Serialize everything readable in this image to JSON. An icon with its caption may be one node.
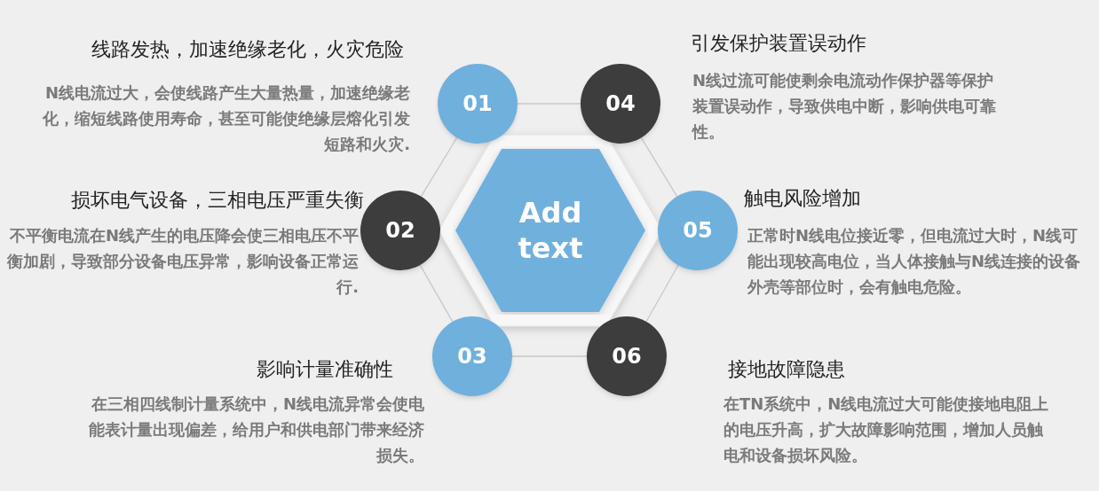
{
  "diagram": {
    "nodes": [
      {
        "text": [
          "Add text"
        ]
      },
      {
        "text": [
          "01"
        ],
        "beside": [
          "线路发热，加速绝缘老化，火灾危险",
          "N线电流过大，会使线路产生大量热量，加速绝缘老化，缩短线路使用寿命，甚至可能使绝缘层熔化引发短路和火灾."
        ]
      },
      {
        "text": [
          "04"
        ],
        "beside": [
          "引发保护装置误动作",
          "N线过流可能使剩余电流动作保护器等保护装置误动作，导致供电中断，影响供电可靠性。"
        ]
      },
      {
        "text": [
          "02"
        ],
        "beside": [
          "损坏电气设备，三相电压严重失衡",
          "不平衡电流在N线产生的电压降会使三相电压不平衡加剧，导致部分设备电压异常，影响设备正常运行."
        ]
      },
      {
        "text": [
          "05"
        ],
        "beside": [
          "触电风险增加",
          "正常时N线电位接近零，但电流过大时，N线可能出现较高电位，当人体接触与N线连接的设备外壳等部位时，会有触电危险。"
        ]
      },
      {
        "text": [
          "03"
        ],
        "beside": [
          "影响计量准确性",
          "在三相四线制计量系统中，N线电流异常会使电能表计量出现偏差，给用户和供电部门带来经济损失。"
        ]
      },
      {
        "text": [
          "06"
        ],
        "beside": [
          "接地故障隐患",
          "在TN系统中，N线电流过大可能使接地电阻上的电压升高，扩大故障影响范围，增加人员触电和设备损坏风险。"
        ]
      }
    ],
    "edges": [
      {
        "from": 1,
        "to": 2,
        "arrow": "none"
      },
      {
        "from": 2,
        "to": 4,
        "arrow": "none"
      },
      {
        "from": 4,
        "to": 6,
        "arrow": "none"
      },
      {
        "from": 6,
        "to": 5,
        "arrow": "none"
      },
      {
        "from": 5,
        "to": 3,
        "arrow": "none"
      },
      {
        "from": 3,
        "to": 1,
        "arrow": "none"
      }
    ]
  }
}
